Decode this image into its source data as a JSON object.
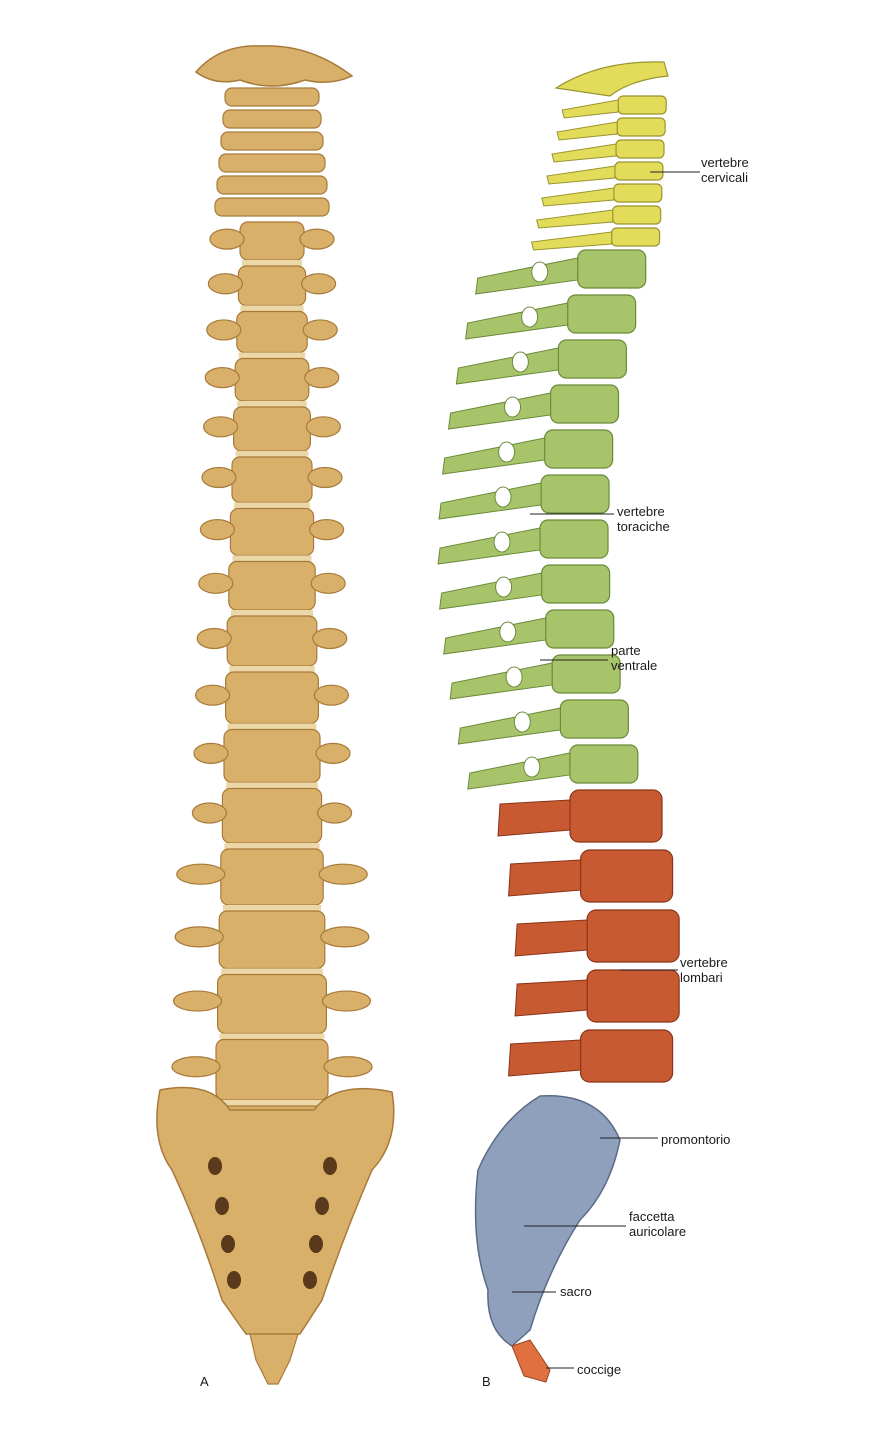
{
  "views": {
    "a": "A",
    "b": "B"
  },
  "labels": {
    "cervical": [
      "vertebre",
      "cervicali"
    ],
    "thoracic": [
      "vertebre",
      "toraciche"
    ],
    "ventral": [
      "parte",
      "ventrale"
    ],
    "lumbar": [
      "vertebre",
      "lombari"
    ],
    "promontory": "promontorio",
    "auricular": [
      "faccetta",
      "auricolare"
    ],
    "sacrum": "sacro",
    "coccyx": "coccige"
  },
  "colors": {
    "bone_front": "#d8b06a",
    "bone_front_dark": "#a87a3a",
    "cervical": "#e2dc5a",
    "thoracic": "#a8c46a",
    "lumbar": "#c85a32",
    "sacrum": "#8fa0bc",
    "coccyx": "#e07040",
    "leader": "#222222"
  }
}
